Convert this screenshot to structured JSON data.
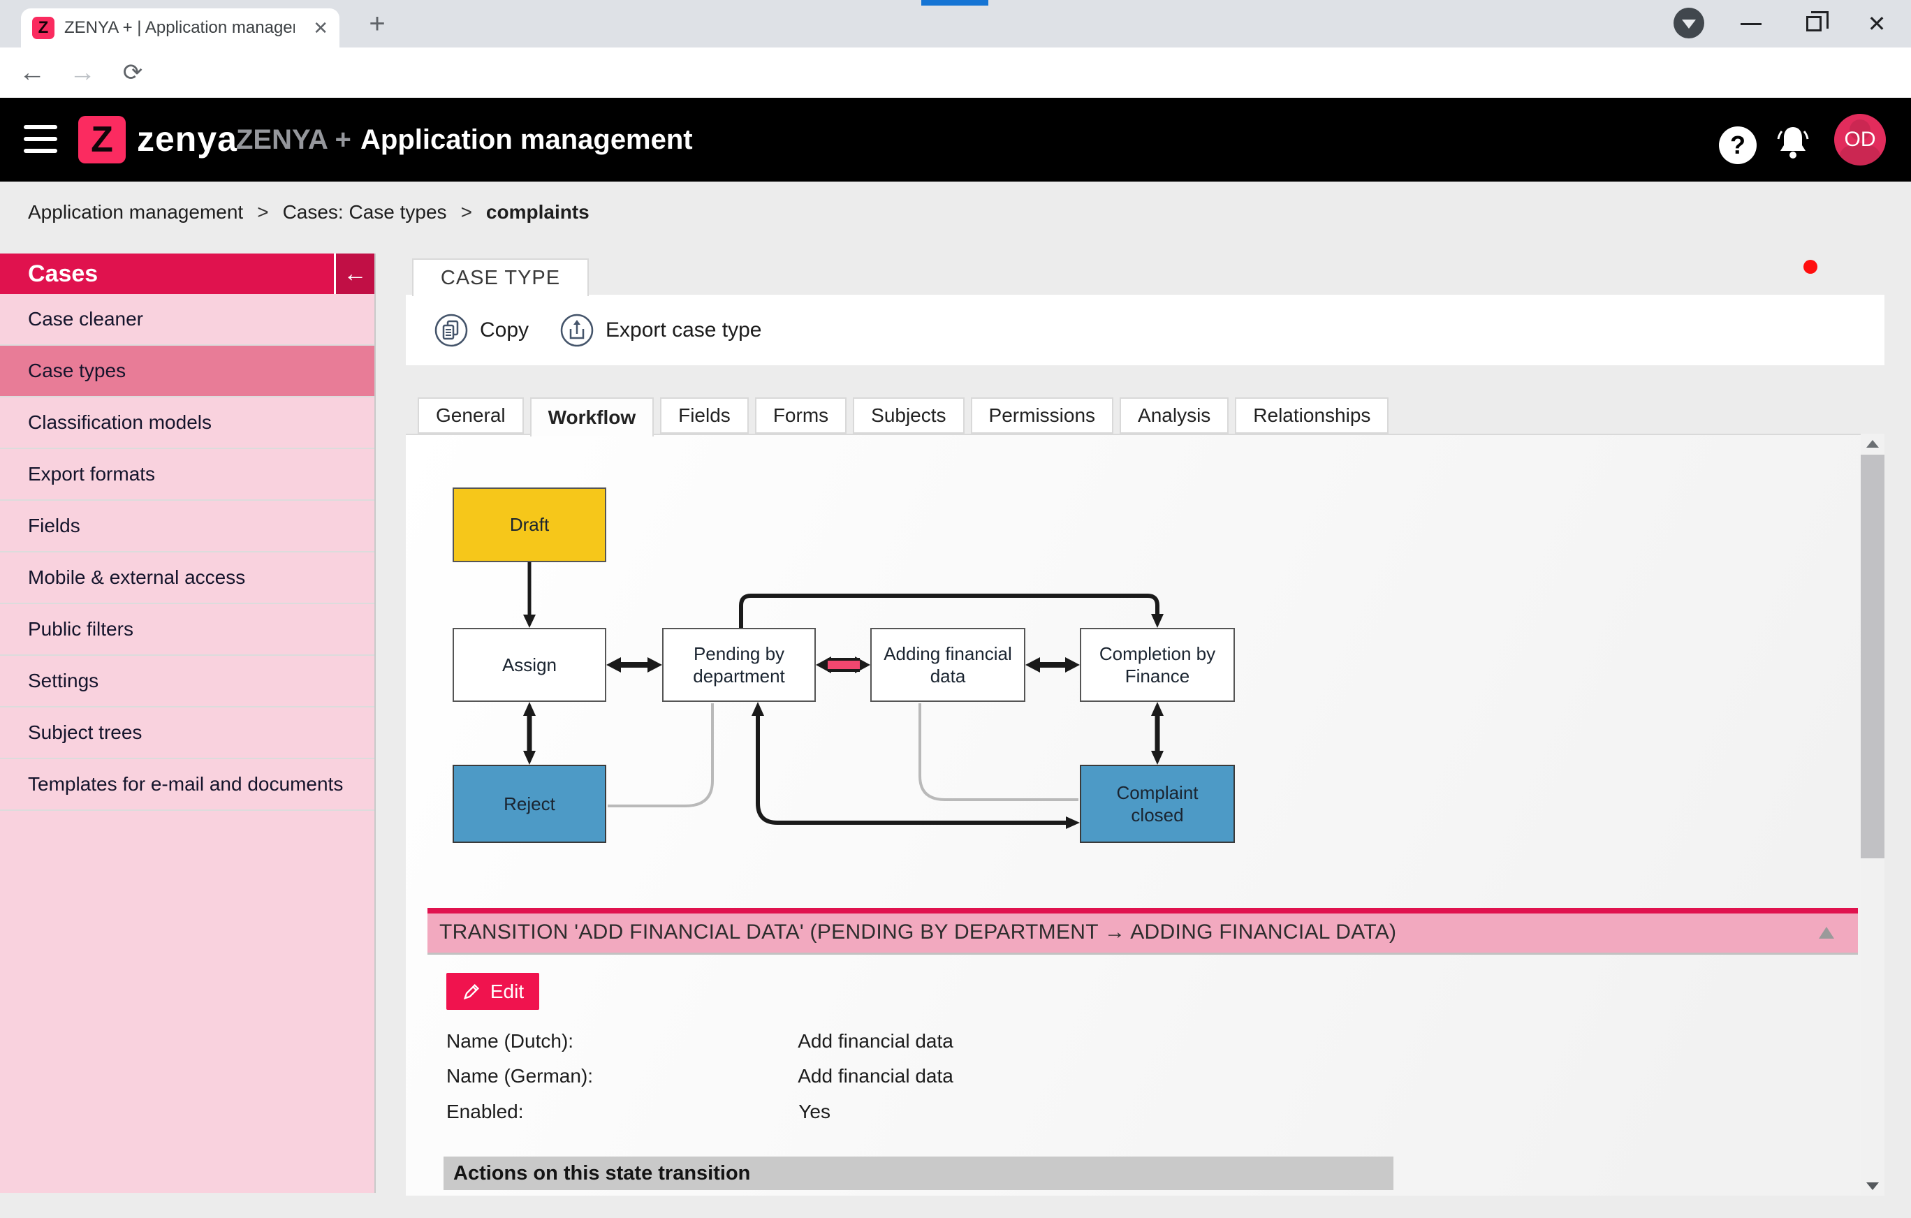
{
  "browser": {
    "tab_title": "ZENYA + | Application managem",
    "url": "teambe.iprova.nl/iTask/Admin/TaskTypes/TaskType_Details.aspx?TaskTypeID=48"
  },
  "header": {
    "brand": "zenya",
    "suite_label": "ZENYA +",
    "app_title": "Application management",
    "avatar_initials": "OD"
  },
  "breadcrumb": {
    "items": [
      {
        "label": "Application management"
      },
      {
        "label": "Cases: Case types"
      },
      {
        "label": "complaints"
      }
    ],
    "separator": ">"
  },
  "sidebar": {
    "title": "Cases",
    "items": [
      {
        "label": "Case cleaner",
        "selected": false
      },
      {
        "label": "Case types",
        "selected": true
      },
      {
        "label": "Classification models",
        "selected": false
      },
      {
        "label": "Export formats",
        "selected": false
      },
      {
        "label": "Fields",
        "selected": false
      },
      {
        "label": "Mobile & external access",
        "selected": false
      },
      {
        "label": "Public filters",
        "selected": false
      },
      {
        "label": "Settings",
        "selected": false
      },
      {
        "label": "Subject trees",
        "selected": false
      },
      {
        "label": "Templates for e-mail and documents",
        "selected": false
      }
    ]
  },
  "main": {
    "page_tab": "CASE TYPE",
    "toolbar": {
      "copy_label": "Copy",
      "export_label": "Export case type"
    },
    "tabs": [
      {
        "label": "General",
        "active": false
      },
      {
        "label": "Workflow",
        "active": true
      },
      {
        "label": "Fields",
        "active": false
      },
      {
        "label": "Forms",
        "active": false
      },
      {
        "label": "Subjects",
        "active": false
      },
      {
        "label": "Permissions",
        "active": false
      },
      {
        "label": "Analysis",
        "active": false
      },
      {
        "label": "Relationships",
        "active": false
      }
    ],
    "workflow": {
      "nodes": [
        {
          "id": "draft",
          "label": "Draft",
          "fill": "#F6C71A"
        },
        {
          "id": "assign",
          "label": "Assign",
          "fill": "#FFFFFF"
        },
        {
          "id": "pending",
          "label": "Pending by department",
          "fill": "#FFFFFF"
        },
        {
          "id": "adding",
          "label": "Adding financial data",
          "fill": "#FFFFFF"
        },
        {
          "id": "completion",
          "label": "Completion by Finance",
          "fill": "#FFFFFF"
        },
        {
          "id": "reject",
          "label": "Reject",
          "fill": "#4D9AC6"
        },
        {
          "id": "closed",
          "label": "Complaint closed",
          "fill": "#4D9AC6"
        }
      ],
      "highlighted_transition": "Pending by department → Adding financial data"
    },
    "transition_panel": {
      "title": "TRANSITION 'ADD FINANCIAL DATA' (PENDING BY DEPARTMENT → ADDING FINANCIAL DATA)",
      "edit_label": "Edit",
      "fields": [
        {
          "label": "Name (Dutch):",
          "value": "Add financial data"
        },
        {
          "label": "Name (German):",
          "value": "Add financial data"
        },
        {
          "label": "Enabled:",
          "value": "Yes"
        }
      ],
      "section_header": "Actions on this state transition"
    }
  },
  "colors": {
    "accent": "#E0124E",
    "sidebar_item_bg": "#F9D2DE",
    "sidebar_selected_bg": "#E87C97",
    "banner_bg": "#F2A9BF",
    "edit_button_bg": "#F0134E",
    "node_yellow": "#F6C71A",
    "node_blue": "#4D9AC6",
    "highlight_pink": "#F1476F"
  }
}
